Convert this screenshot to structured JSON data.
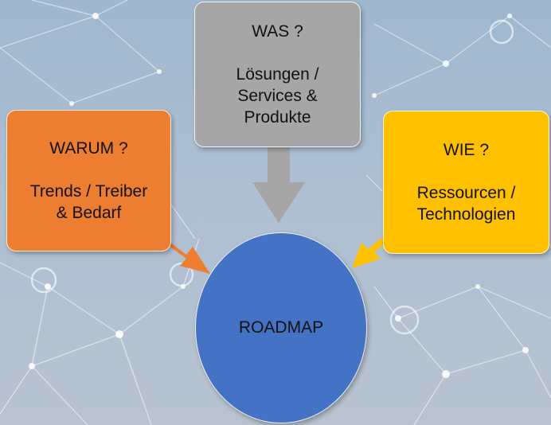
{
  "colors": {
    "was": "#a6a6a6",
    "warum": "#ed7d31",
    "wie": "#ffc000",
    "roadmap": "#4472c4"
  },
  "boxes": {
    "was": {
      "heading": "WAS ?",
      "line1": "Lösungen /",
      "line2": "Services &",
      "line3": "Produkte"
    },
    "warum": {
      "heading": "WARUM ?",
      "line1": "Trends / Treiber",
      "line2": "& Bedarf"
    },
    "wie": {
      "heading": "WIE ?",
      "line1": "Ressourcen /",
      "line2": "Technologien"
    }
  },
  "center": {
    "label": "ROADMAP"
  }
}
